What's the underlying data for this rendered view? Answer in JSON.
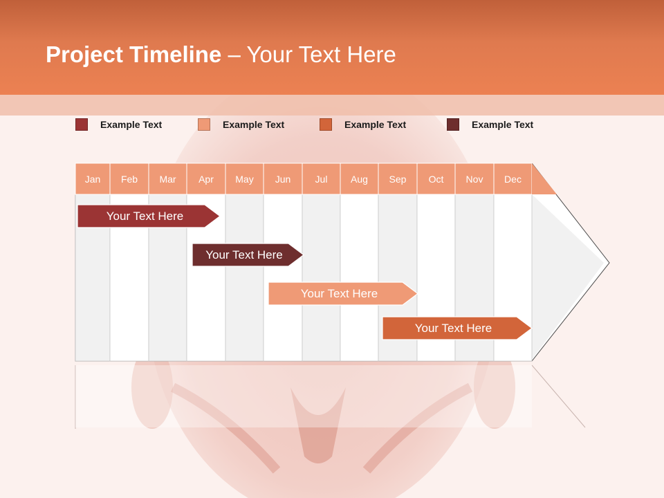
{
  "header": {
    "title_bold": "Project Timeline",
    "title_rest": " – Your Text Here"
  },
  "legend": [
    {
      "label": "Example Text",
      "color": "#9b3434"
    },
    {
      "label": "Example Text",
      "color": "#ef9a76"
    },
    {
      "label": "Example Text",
      "color": "#d2653a"
    },
    {
      "label": "Example Text",
      "color": "#6e2e2e"
    }
  ],
  "chart_data": {
    "type": "gantt",
    "months": [
      "Jan",
      "Feb",
      "Mar",
      "Apr",
      "May",
      "Jun",
      "Jul",
      "Aug",
      "Sep",
      "Oct",
      "Nov",
      "Dec"
    ],
    "tasks": [
      {
        "label": "Your  Text Here",
        "start": 0,
        "end": 3.8,
        "color": "#9b3434"
      },
      {
        "label": "Your  Text Here",
        "start": 3,
        "end": 6,
        "color": "#6e2e2e"
      },
      {
        "label": "Your  Text Here",
        "start": 5,
        "end": 9,
        "color": "#ef9a76"
      },
      {
        "label": "Your  Text Here",
        "start": 8,
        "end": 12,
        "color": "#d2653a"
      }
    ]
  },
  "colors": {
    "header": "#e27a4e",
    "month_cell": "#ef9a76"
  }
}
